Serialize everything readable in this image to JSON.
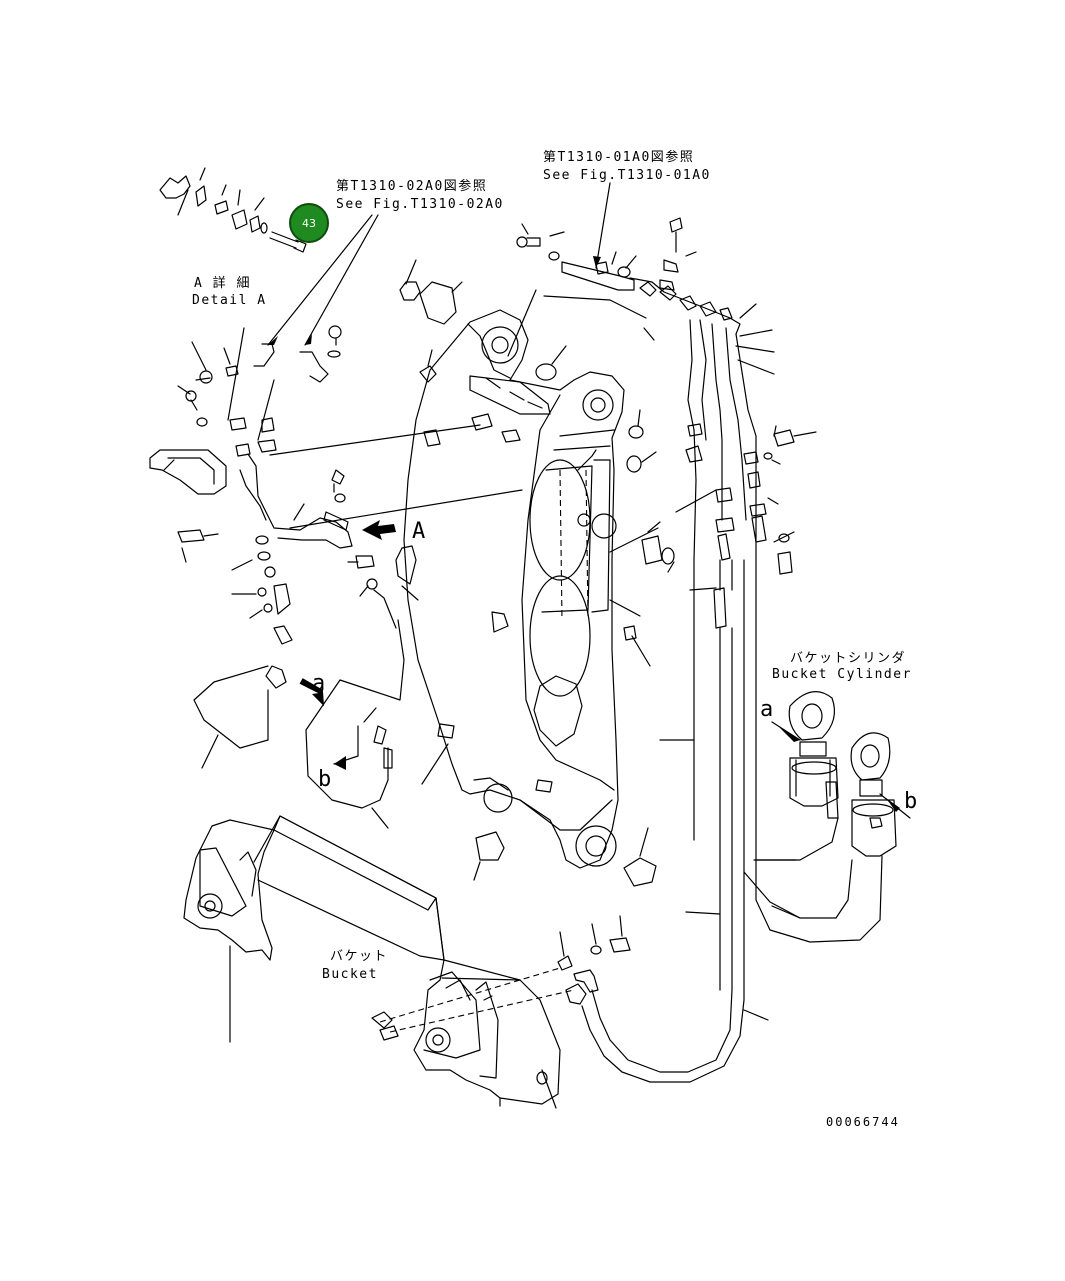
{
  "labels": {
    "ref_01a0_jp": "第T1310-01A0図参照",
    "ref_01a0_en": "See Fig.T1310-01A0",
    "ref_02a0_jp": "第T1310-02A0図参照",
    "ref_02a0_en": "See Fig.T1310-02A0",
    "detail_jp": "A 詳 細",
    "detail_en": "Detail A",
    "view_a": "A",
    "bucket_cylinder_jp": "バケットシリンダ",
    "bucket_cylinder_en": "Bucket Cylinder",
    "bucket_jp": "バケット",
    "bucket_en": "Bucket",
    "mark_a_left": "a",
    "mark_b_left": "b",
    "mark_a_right": "a",
    "mark_b_right": "b",
    "figure_number": "00066744"
  },
  "callout": {
    "number": "43",
    "color": "#1f8a1f",
    "border": "#0d4d0d"
  }
}
